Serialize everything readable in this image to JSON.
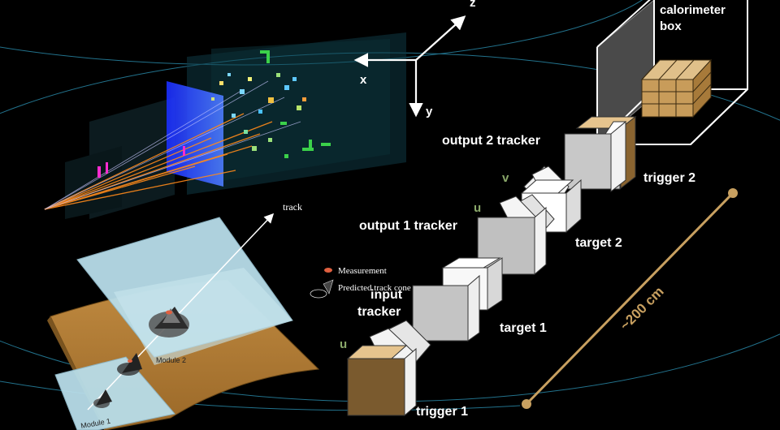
{
  "axes": {
    "x": "x",
    "y": "y",
    "z": "z"
  },
  "labels": {
    "calorimeter": [
      "calorimeter",
      "box"
    ],
    "output2": "output 2 tracker",
    "trigger2": "trigger 2",
    "v": "v",
    "u_upper": "u",
    "output1": "output 1 tracker",
    "target2": "target 2",
    "input": [
      "input",
      "tracker"
    ],
    "target1": "target 1",
    "u_lower": "u",
    "trigger1": "trigger 1",
    "length": "~200 cm"
  },
  "inset": {
    "track": "track",
    "module2": "Module 2",
    "module1": "Module 1",
    "legend_measurement": "Measurement",
    "legend_cone": "Predicted track cone"
  },
  "colors": {
    "accent_gold": "#c8a060",
    "label_green": "#8aa86a",
    "plane_blue": "#b8dde9",
    "plane_orange": "#b07830",
    "box_brown": "#7a5a2e",
    "box_grey": "#b4b4b4",
    "ellipse_line": "#2b8fb0"
  }
}
